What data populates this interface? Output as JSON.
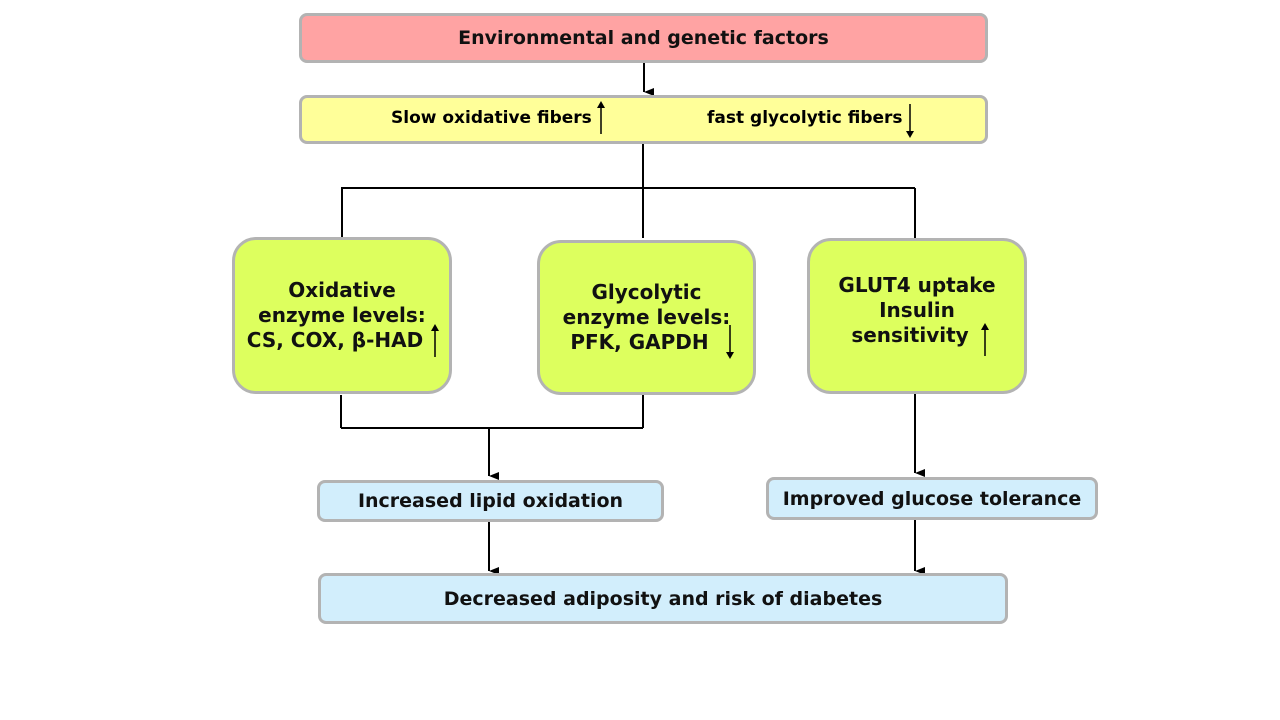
{
  "title_box": {
    "label": "Environmental and genetic factors",
    "color": "#ffa3a3"
  },
  "fiber_box": {
    "slow": {
      "label": "Slow oxidative fibers",
      "direction": "up"
    },
    "fast": {
      "label": "fast glycolytic fibers",
      "direction": "down"
    },
    "color": "#ffff99"
  },
  "mid_boxes": [
    {
      "lines": [
        "Oxidative",
        "enzyme levels:",
        "CS, COX, β-HAD"
      ],
      "direction": "up"
    },
    {
      "lines": [
        "Glycolytic",
        "enzyme levels:",
        "PFK, GAPDH"
      ],
      "direction": "down"
    },
    {
      "lines": [
        "GLUT4 uptake",
        "Insulin",
        "sensitivity"
      ],
      "direction": "up"
    }
  ],
  "outcome_boxes": [
    {
      "label": "Increased lipid oxidation"
    },
    {
      "label": "Improved glucose tolerance"
    }
  ],
  "final_box": {
    "label": "Decreased adiposity and risk of diabetes",
    "color": "#d2eefc"
  },
  "colors": {
    "green": "#ddff5e",
    "blue": "#d2eefc",
    "border": "#b3b3b3"
  }
}
